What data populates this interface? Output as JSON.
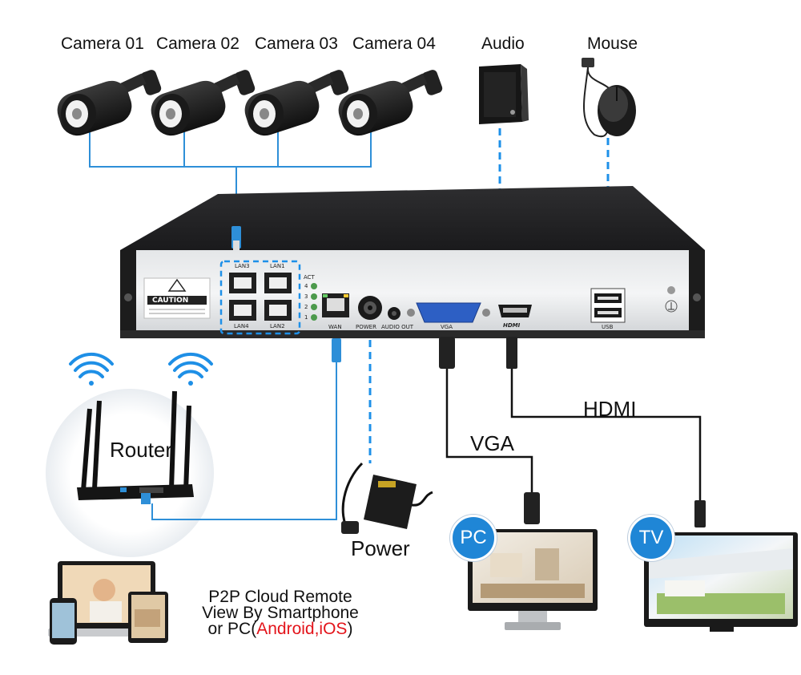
{
  "cameras": [
    "Camera 01",
    "Camera 02",
    "Camera 03",
    "Camera 04"
  ],
  "peripherals": {
    "audio": "Audio",
    "mouse": "Mouse"
  },
  "nvr": {
    "caution": "CAUTION",
    "ports": {
      "lan1": "LAN1",
      "lan2": "LAN2",
      "lan3": "LAN3",
      "lan4": "LAN4",
      "act": "ACT",
      "act_numbers": [
        "4",
        "3",
        "2",
        "1"
      ],
      "wan": "WAN",
      "power": "POWER",
      "audio_out": "AUDIO OUT",
      "vga": "VGA",
      "hdmi": "HDMI",
      "usb": "USB"
    }
  },
  "connections": {
    "router": "Router",
    "power": "Power",
    "vga": "VGA",
    "hdmi": "HDMI"
  },
  "displays": {
    "pc": "PC",
    "tv": "TV"
  },
  "remote": {
    "line1": "P2P Cloud Remote",
    "line2": "View By Smartphone",
    "line3_prefix": "or PC(",
    "line3_highlight": "Android,iOS",
    "line3_suffix": ")"
  },
  "colors": {
    "dashed_line": "#1e90e8",
    "solid_line": "#2e8fd8",
    "cable": "#111111",
    "accent": "#1f86d6",
    "highlight": "#e3141b"
  }
}
